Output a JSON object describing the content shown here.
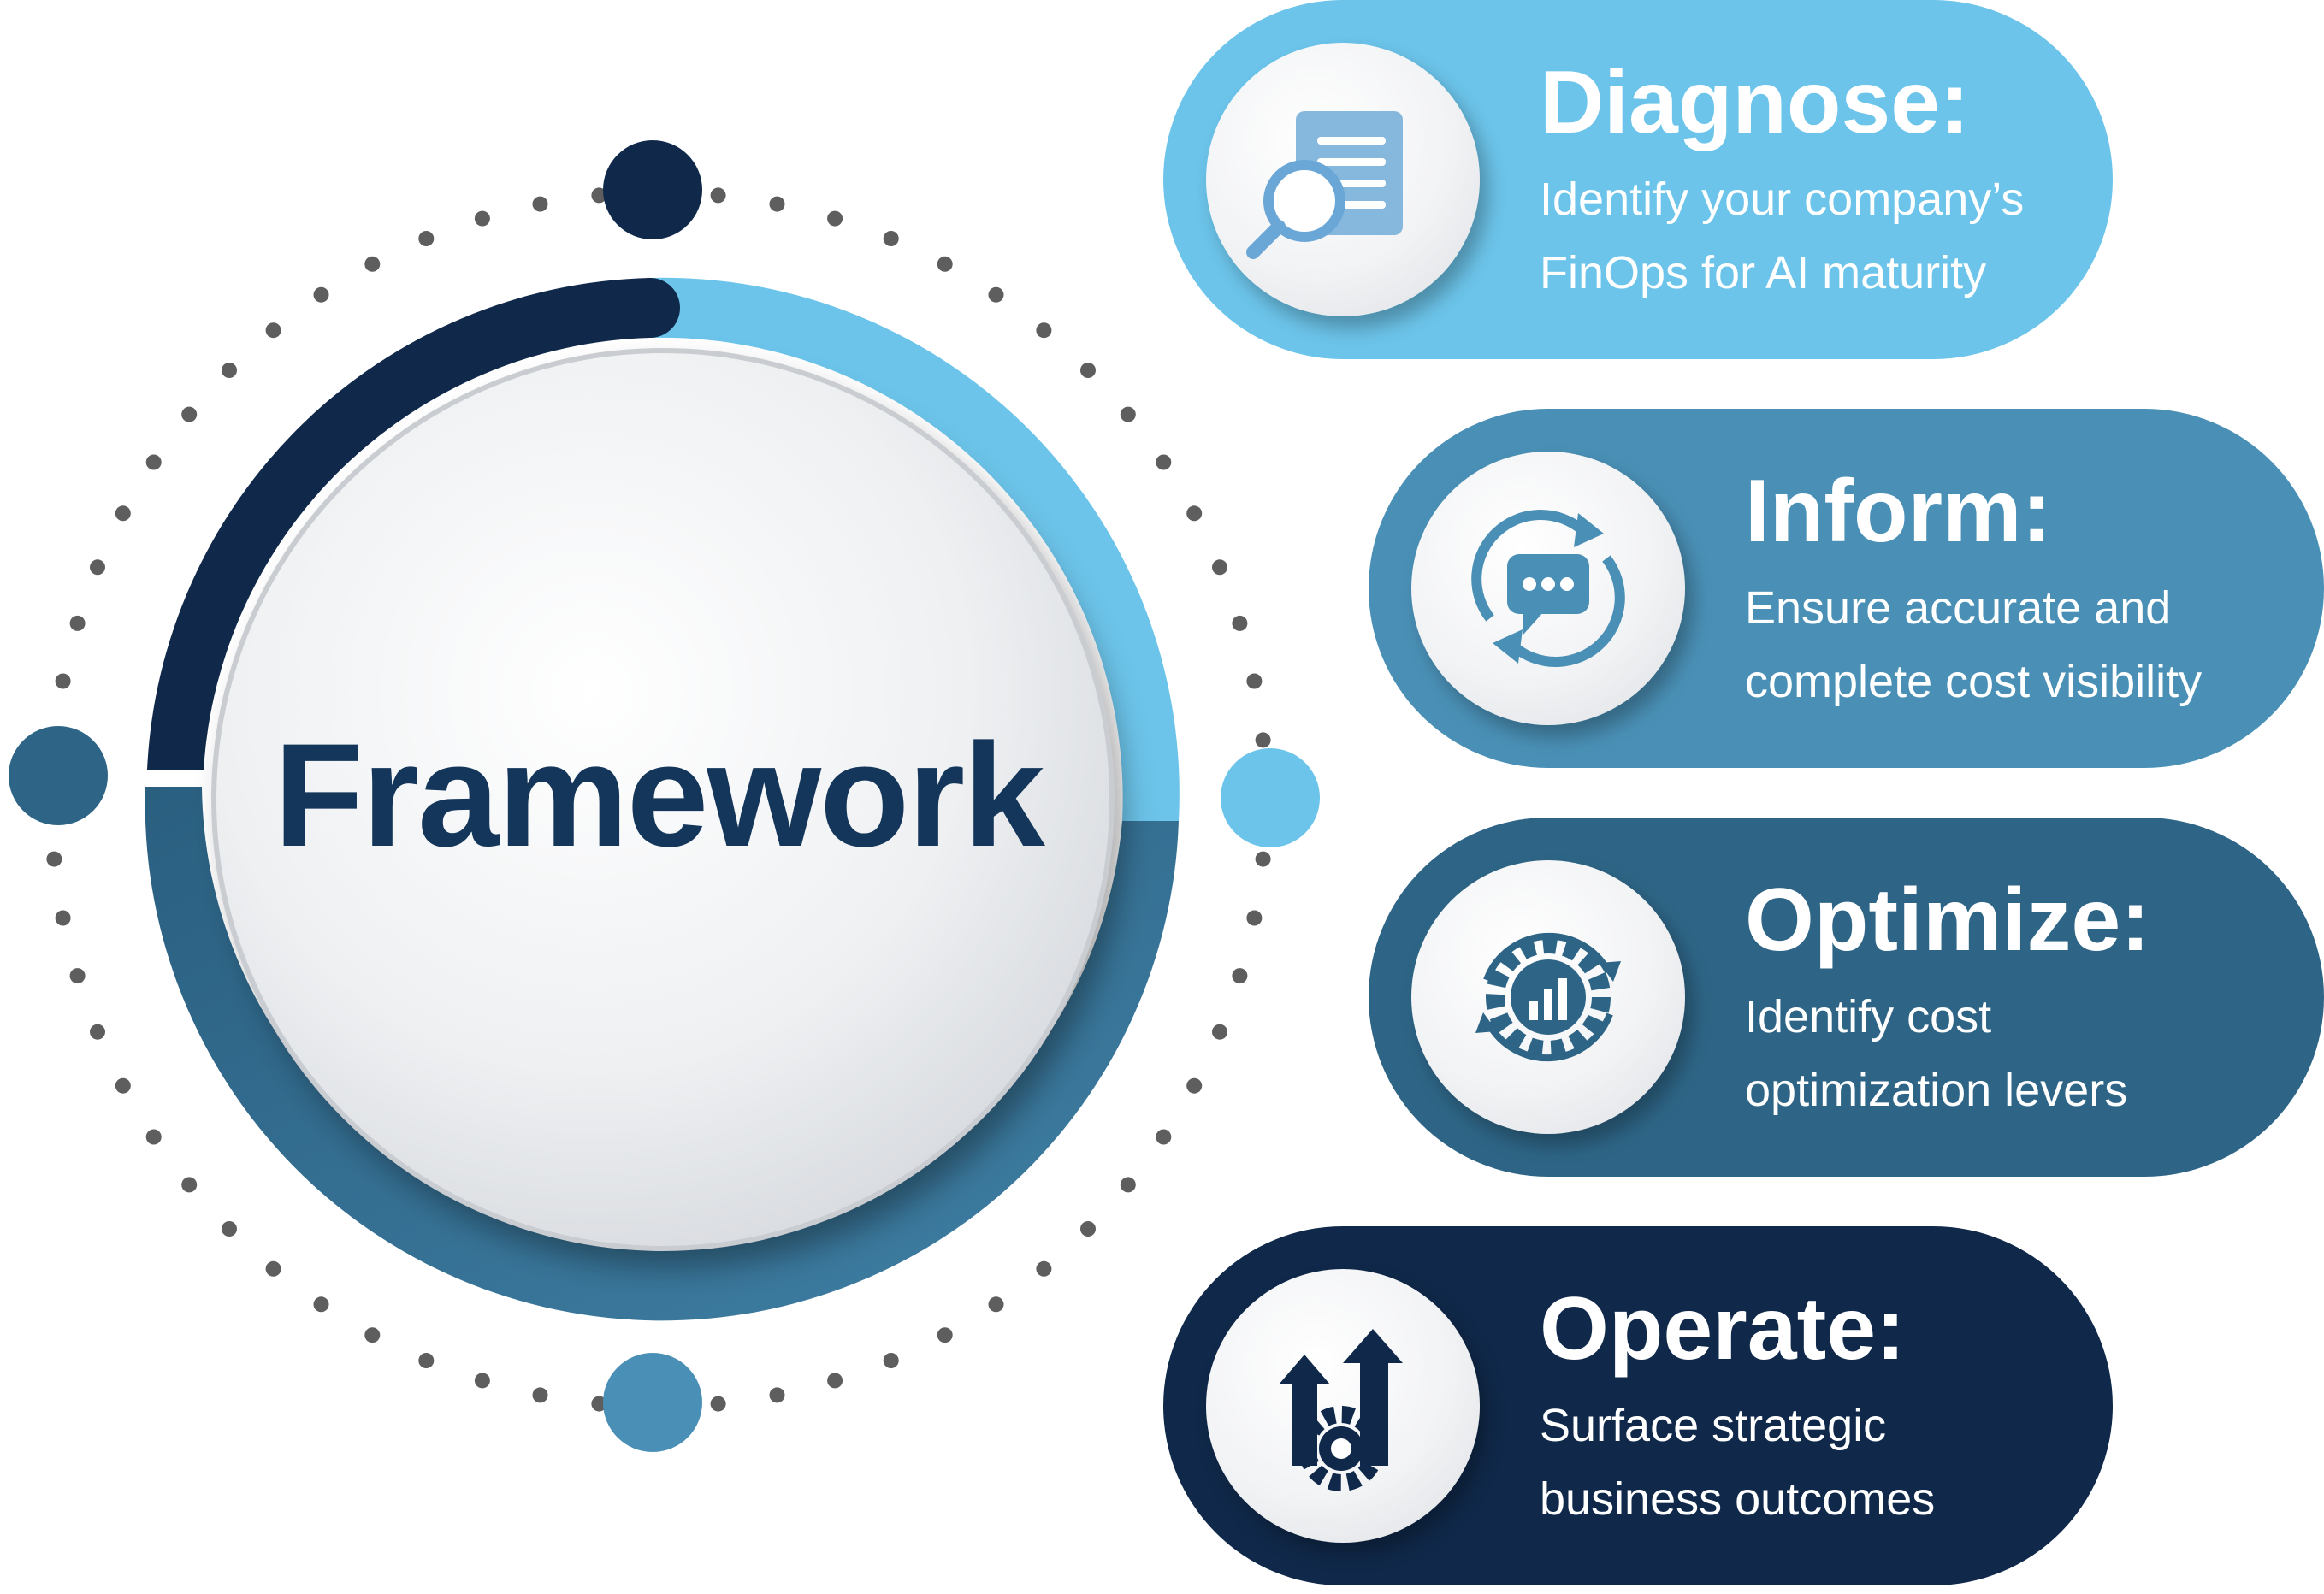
{
  "framework": {
    "center_label": "Framework"
  },
  "colors": {
    "light_blue": "#6cc4ea",
    "mid_blue": "#4a90b6",
    "steel_blue": "#2e6586",
    "navy": "#10294a",
    "dot_gray": "#5e5e5e",
    "center_text": "#14365a"
  },
  "steps": [
    {
      "id": "diagnose",
      "title": "Diagnose:",
      "description": [
        "Identify your company’s",
        "FinOps for AI maturity"
      ],
      "icon": "document-magnifier-icon",
      "color": "#6cc4ea"
    },
    {
      "id": "inform",
      "title": "Inform:",
      "description": [
        "Ensure accurate and",
        "complete cost visibility"
      ],
      "icon": "chat-refresh-icon",
      "color": "#4a90b6"
    },
    {
      "id": "optimize",
      "title": "Optimize:",
      "description": [
        "Identify cost",
        "optimization levers"
      ],
      "icon": "gear-chart-icon",
      "color": "#2e6586"
    },
    {
      "id": "operate",
      "title": "Operate:",
      "description": [
        "Surface strategic",
        "business outcomes"
      ],
      "icon": "arrows-up-gear-icon",
      "color": "#10294a"
    }
  ]
}
